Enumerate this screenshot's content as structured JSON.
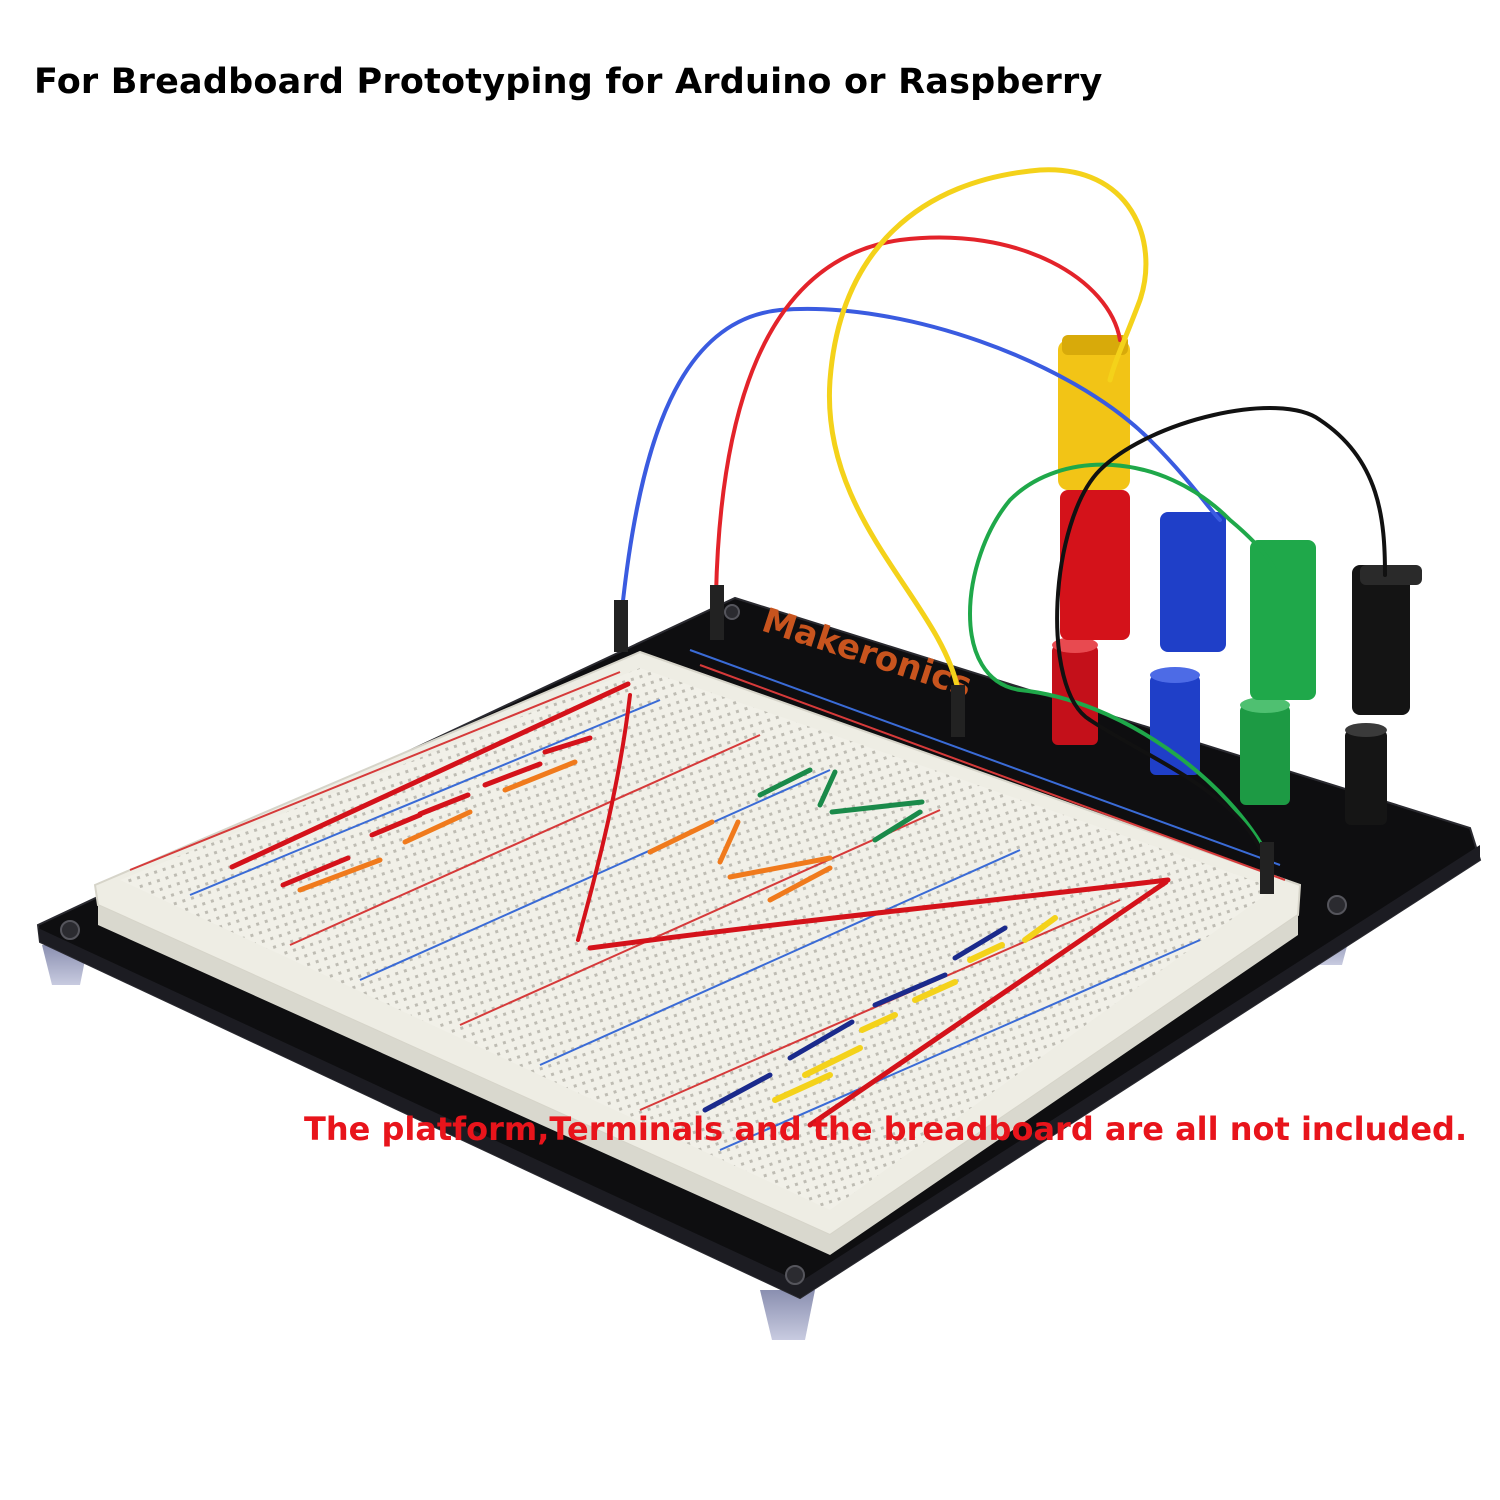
{
  "headline": "For Breadboard Prototyping for Arduino or Raspberry",
  "disclaimer": "The platform,Terminals and the breadboard are all not included.",
  "brand_label": "Makeronics",
  "colors": {
    "headline": "#000000",
    "disclaimer": "#e8141b",
    "platform": "#0e0e10",
    "breadboard": "#f2f1ea",
    "wire_red": "#d4121a",
    "wire_yellow": "#f4d21a",
    "wire_blue": "#3a5be0",
    "wire_green": "#1fa84a",
    "wire_black": "#111111",
    "jumper_orange": "#f07a1c",
    "jumper_green": "#1a8a4a",
    "jumper_navy": "#1a2a8c"
  },
  "terminals": [
    {
      "name": "red-terminal",
      "color": "#d4121a"
    },
    {
      "name": "blue-terminal",
      "color": "#1f3fc8"
    },
    {
      "name": "green-terminal",
      "color": "#1d9a44"
    },
    {
      "name": "black-terminal",
      "color": "#151515"
    }
  ]
}
